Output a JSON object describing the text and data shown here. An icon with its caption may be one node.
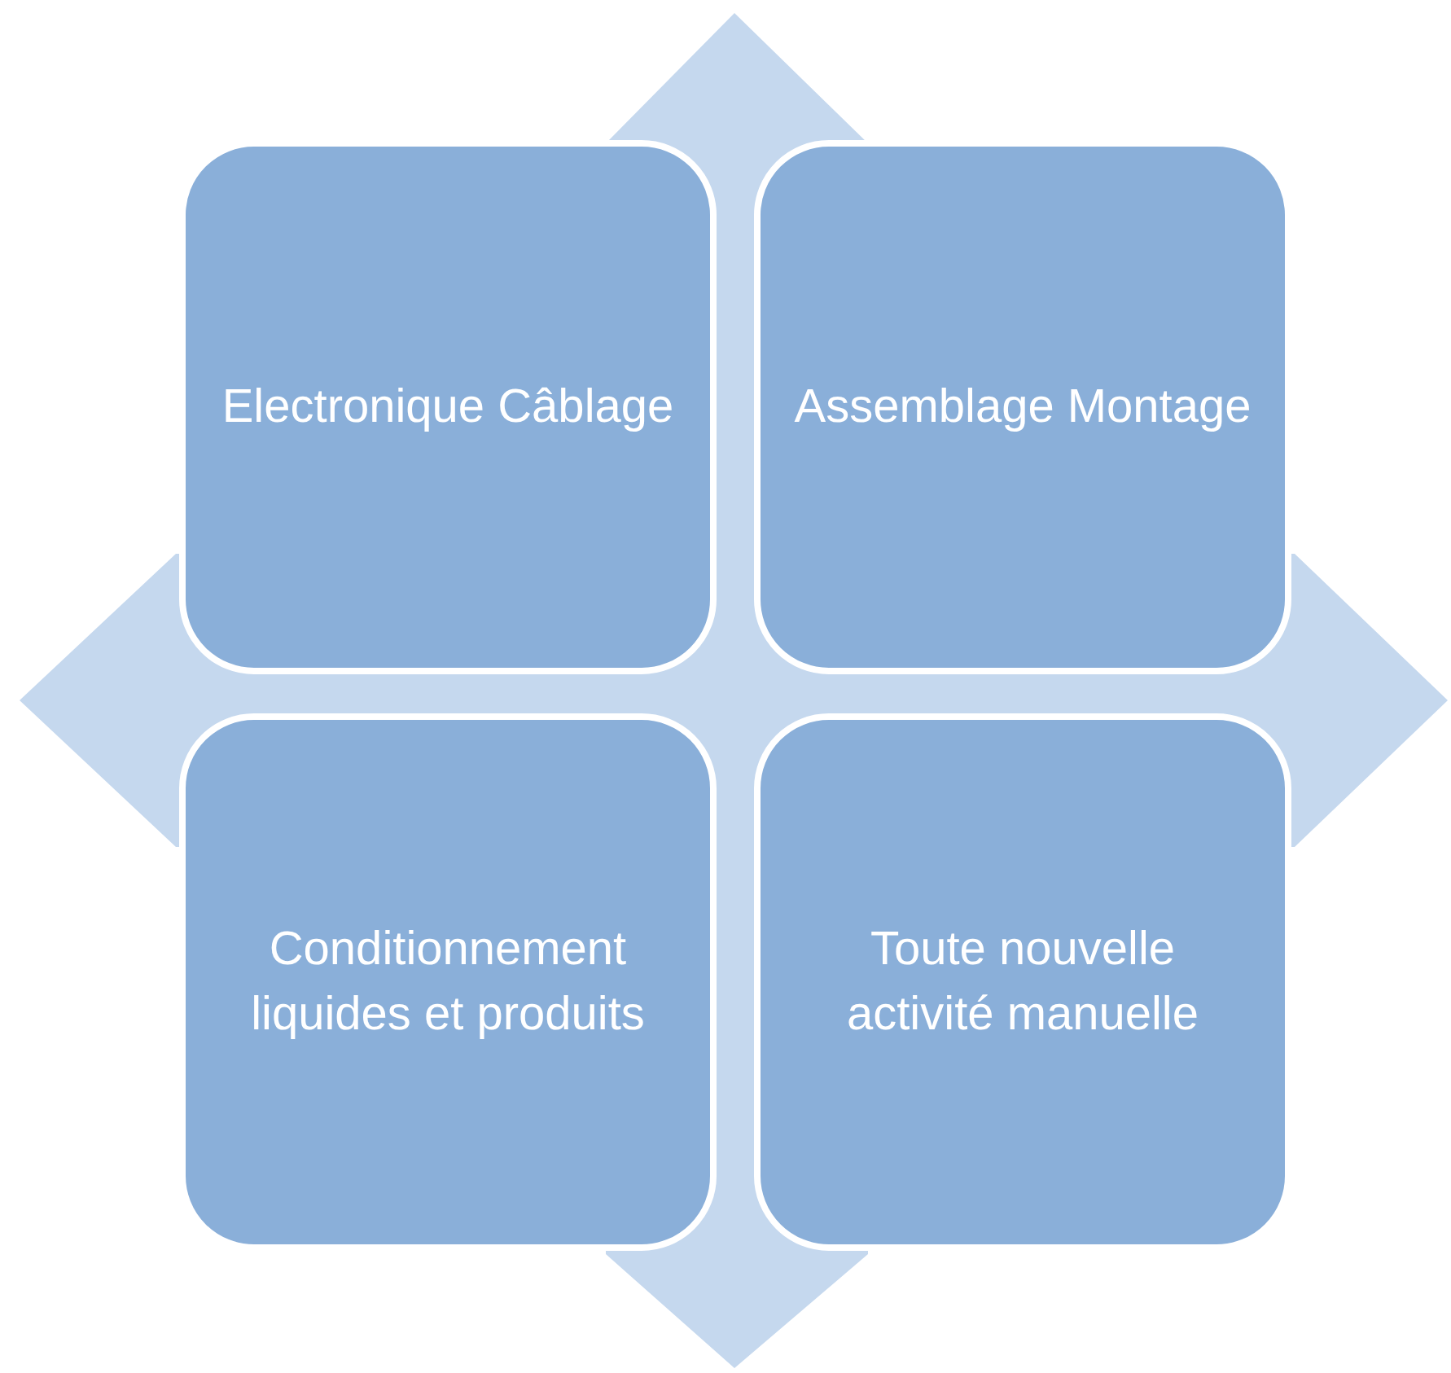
{
  "diagram": {
    "nodes": [
      {
        "text": [
          "Electronique Câblage"
        ]
      },
      {
        "text": [
          "Assemblage Montage"
        ]
      },
      {
        "text": [
          "Conditionnement liquides et produits"
        ]
      },
      {
        "text": [
          "Toute nouvelle activité manuelle"
        ]
      }
    ]
  }
}
